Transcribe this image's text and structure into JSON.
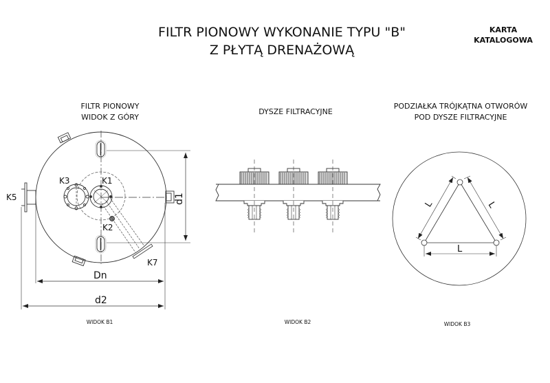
{
  "header": {
    "title_line1": "FILTR PIONOWY WYKONANIE TYPU \"B\"",
    "title_line2": "Z PŁYTĄ DRENAŻOWĄ",
    "card_line1": "KARTA",
    "card_line2": "KATALOGOWA"
  },
  "views": [
    {
      "caption_line1": "FILTR PIONOWY",
      "caption_line2": "WIDOK Z GÓRY",
      "footer": "WIDOK B1",
      "labels": {
        "k1": "K1",
        "k2": "K2",
        "k3": "K3",
        "k5": "K5",
        "k7": "K7",
        "d1": "d1",
        "dn": "Dn",
        "d2": "d2"
      }
    },
    {
      "caption_line1": "DYSZE FILTRACYJNE",
      "footer": "WIDOK B2",
      "nozzle_count": 3
    },
    {
      "caption_line1": "PODZIAŁKA TRÓJKĄTNA OTWORÓW",
      "caption_line2": "POD DYSZE FILTRACYJNE",
      "footer": "WIDOK B3",
      "labels": {
        "side_left": "L",
        "side_right": "L",
        "side_bottom": "L"
      }
    }
  ]
}
